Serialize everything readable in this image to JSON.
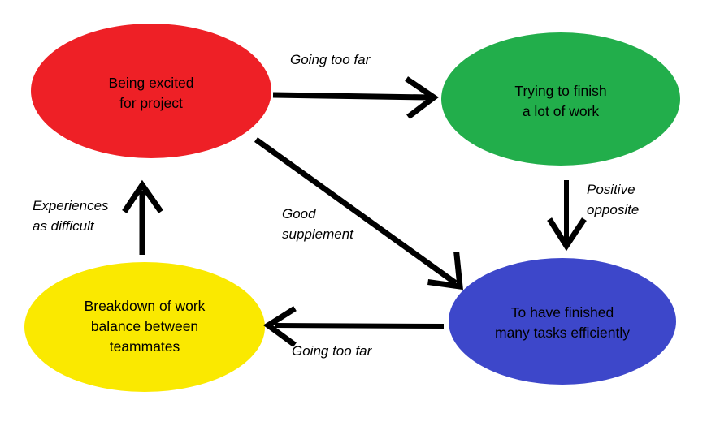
{
  "diagram": {
    "type": "cycle-diagram",
    "background": "#ffffff",
    "arrow_color": "#000000",
    "nodes": [
      {
        "id": "excited",
        "label": "Being excited\nfor project",
        "color": "#ee2026",
        "shape": "ellipse",
        "position": "top-left"
      },
      {
        "id": "trying",
        "label": "Trying to finish\na lot of work",
        "color": "#22ae4b",
        "shape": "ellipse",
        "position": "top-right"
      },
      {
        "id": "finished",
        "label": "To have finished\nmany tasks efficiently",
        "color": "#3d47ca",
        "shape": "ellipse",
        "position": "bottom-right"
      },
      {
        "id": "breakdown",
        "label": "Breakdown of work\nbalance between\nteammates",
        "color": "#fae900",
        "shape": "ellipse",
        "position": "bottom-left"
      }
    ],
    "edges": [
      {
        "id": "excited-to-trying",
        "label": "Going too far",
        "from": "excited",
        "to": "trying",
        "direction": "right"
      },
      {
        "id": "trying-to-finished",
        "label": "Positive\nopposite",
        "from": "trying",
        "to": "finished",
        "direction": "down"
      },
      {
        "id": "finished-to-breakdown",
        "label": "Going too far",
        "from": "finished",
        "to": "breakdown",
        "direction": "left"
      },
      {
        "id": "breakdown-to-excited",
        "label": "Experiences\nas difficult",
        "from": "breakdown",
        "to": "excited",
        "direction": "up"
      },
      {
        "id": "excited-to-finished",
        "label": "Good\nsupplement",
        "from": "excited",
        "to": "finished",
        "direction": "diagonal-down-right"
      }
    ]
  }
}
